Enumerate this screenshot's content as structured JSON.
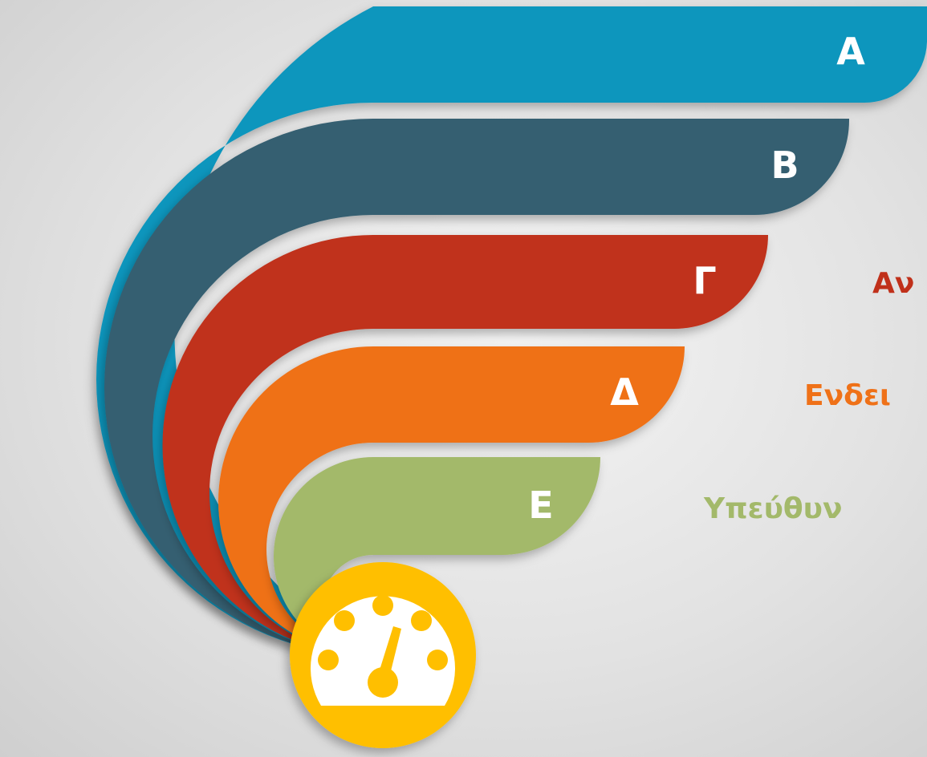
{
  "bands": [
    {
      "letter": "Α",
      "color": "#0e96bd",
      "label": ""
    },
    {
      "letter": "Β",
      "color": "#355f71",
      "label": ""
    },
    {
      "letter": "Γ",
      "color": "#c0301a",
      "label": "Αν"
    },
    {
      "letter": "Δ",
      "color": "#ef7118",
      "label": "Ενδει"
    },
    {
      "letter": "Ε",
      "color": "#a3b96a",
      "label": "Υπεύθυν"
    }
  ],
  "gauge": {
    "icon": "speedometer-icon",
    "ring_color": "#ffbf00",
    "face_color": "#ffffff"
  }
}
